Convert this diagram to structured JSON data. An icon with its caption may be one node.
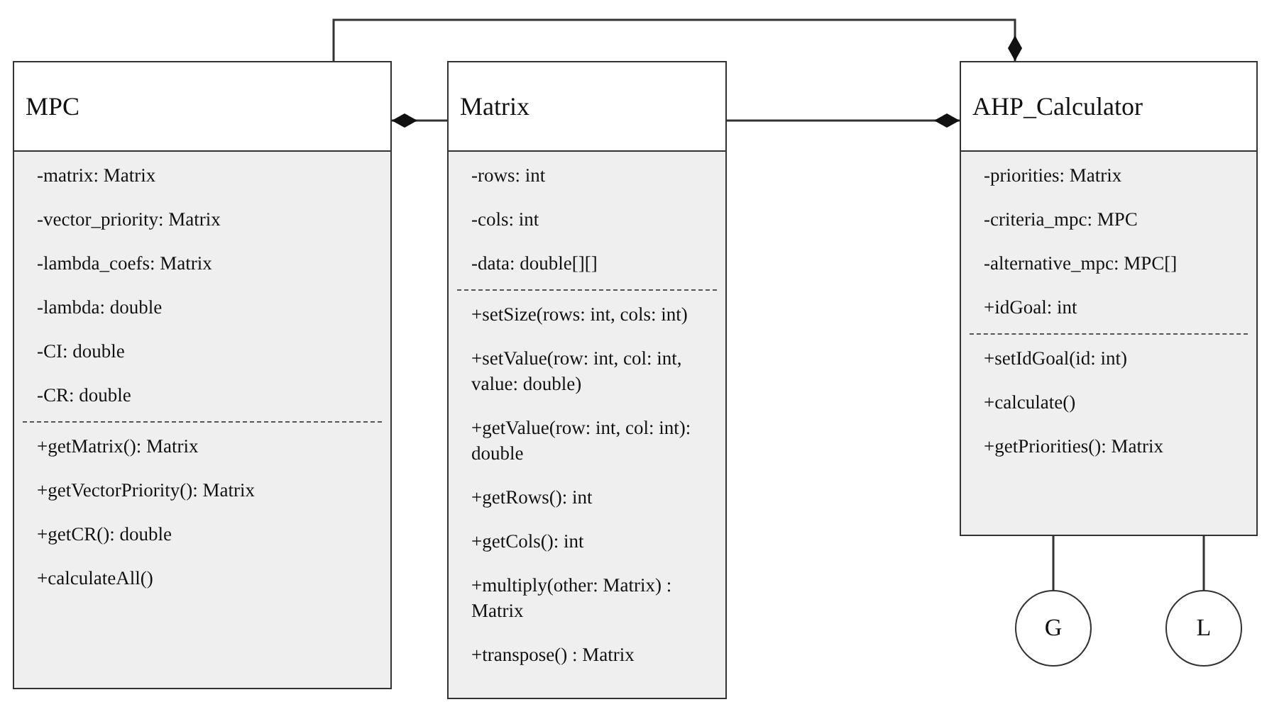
{
  "diagram": {
    "nodes": [
      {
        "text": [
          "MPC",
          "-matrix: Matrix",
          "-vector_priority: Matrix",
          "-lambda_coefs: Matrix",
          "-lambda: double",
          "-CI: double",
          "-CR: double",
          "+getMatrix(): Matrix",
          "+getVectorPriority(): Matrix",
          "+getCR(): double",
          "+calculateAll()"
        ]
      },
      {
        "text": [
          "Matrix",
          "-rows: int",
          "-cols: int",
          "-data: double[][]",
          "+setSize(rows: int, cols: int)",
          "+setValue(row: int, col: int, value: double)",
          "+getValue(row: int, col: int): double",
          "+getRows(): int",
          "+getCols(): int",
          "+multiply(other: Matrix) : Matrix",
          "+transpose() : Matrix"
        ]
      },
      {
        "text": [
          "AHP_Calculator",
          "-priorities: Matrix",
          "-criteria_mpc: MPC",
          "-alternative_mpc: MPC[]",
          "+idGoal: int",
          "+setIdGoal(id: int)",
          "+calculate()",
          "+getPriorities(): Matrix"
        ]
      },
      {
        "text": [
          "G"
        ]
      },
      {
        "text": [
          "L"
        ]
      }
    ],
    "edges": [
      {
        "from": 1,
        "to": 0,
        "arrow": "other"
      },
      {
        "from": 1,
        "to": 2,
        "arrow": "other"
      },
      {
        "from": 0,
        "to": 2,
        "arrow": "other"
      },
      {
        "from": 3,
        "to": 2,
        "arrow": "none"
      },
      {
        "from": 4,
        "to": 2,
        "arrow": "none"
      }
    ]
  }
}
